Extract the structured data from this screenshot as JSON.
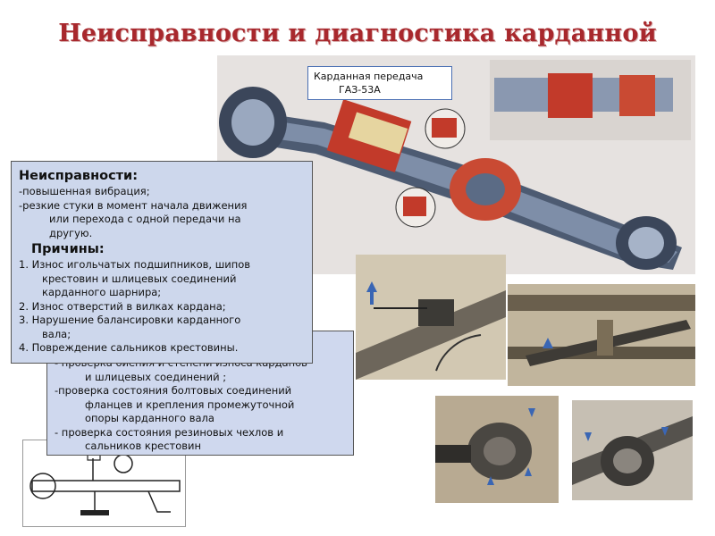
{
  "title": "Неисправности и диагностика карданной передачи",
  "caption": {
    "line1": "Карданная передача",
    "line2": "ГАЗ-53А"
  },
  "faults": {
    "heading": "Неисправности:",
    "items": [
      "-повышенная вибрация;",
      "-резкие стуки в момент начала движения",
      "или перехода с одной передачи на",
      "другую."
    ],
    "causes_heading": "Причины:",
    "causes": [
      "1. Износ игольчатых подшипников, шипов",
      "крестовин и шлицевых соединений",
      "карданного шарнира;",
      "2. Износ отверстий в вилках кардана;",
      "3. Нарушение балансировки карданного",
      "вала;",
      "4. Повреждение сальников крестовины."
    ]
  },
  "diagnostics": {
    "items": [
      "- проверка биения и степени износа карданов",
      "и шлицевых соединений ;",
      "-проверка состояния болтовых соединений",
      "фланцев и крепления промежуточной",
      "опоры карданного вала",
      "- проверка состояния резиновых чехлов и",
      "сальников крестовин"
    ]
  },
  "colors": {
    "title": "#a8282d",
    "box_fill": "#cdd7ec",
    "caption_border": "#4a6fb3"
  },
  "images": [
    "driveshaft-cutaway-illustration",
    "driveshaft-section-detail",
    "dial-indicator-check-photo",
    "frame-driveshaft-photo",
    "flange-bolts-photo",
    "support-bearing-photo",
    "measurement-rig-drawing"
  ]
}
